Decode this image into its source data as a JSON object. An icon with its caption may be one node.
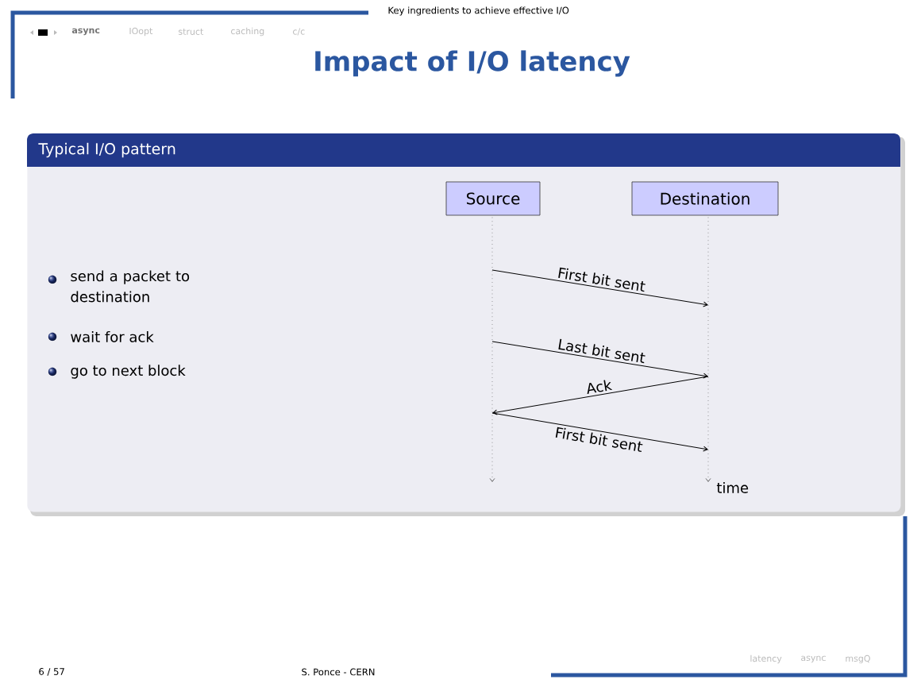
{
  "diagram": {
    "title": "Impact of I/O latency",
    "nodes": [
      {
        "text": [
          "Typical I/O pattern"
        ]
      },
      {
        "text": [
          "Source"
        ],
        "in": 0
      },
      {
        "text": [
          "Destination"
        ],
        "in": 0
      },
      {
        "text": [],
        "shape": "line",
        "in": 0
      },
      {
        "text": [],
        "shape": "line",
        "in": 0
      }
    ],
    "edges": [
      {
        "from": 3,
        "to": 4,
        "arrow": "to",
        "label": "First bit sent"
      },
      {
        "from": 3,
        "to": 4,
        "arrow": "to",
        "label": "Last bit sent"
      },
      {
        "from": 4,
        "to": 3,
        "arrow": "to",
        "label": "Ack"
      },
      {
        "from": 3,
        "to": 4,
        "arrow": "to",
        "label": "First bit sent"
      }
    ],
    "labels": [
      "async",
      "IOopt",
      "struct",
      "caching",
      "c/c",
      "Key ingredients to achieve effective I/O",
      "send a packet to destination",
      "wait for ack",
      "go to next block",
      "time",
      "latency",
      "async",
      "msgQ",
      "6 / 57",
      "S. Ponce - CERN"
    ]
  }
}
